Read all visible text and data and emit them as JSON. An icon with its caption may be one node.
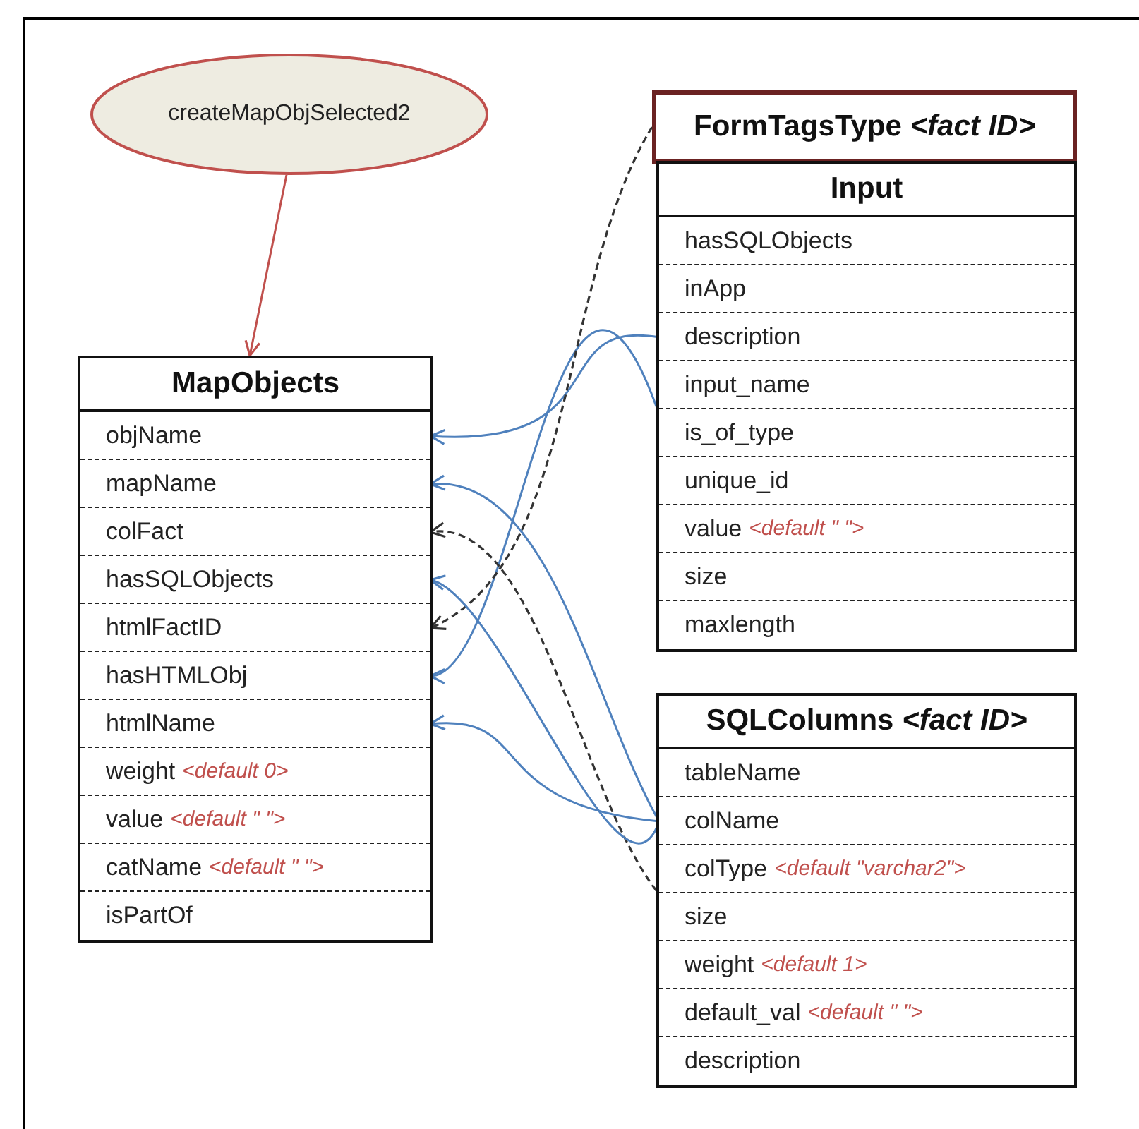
{
  "diagram": {
    "nodes": [
      {
        "text": [
          "createMapObjSelected2"
        ]
      },
      {
        "text": [
          "MapObjects"
        ]
      },
      {
        "text": [
          "objName"
        ],
        "in": 1
      },
      {
        "text": [
          "mapName"
        ],
        "in": 1
      },
      {
        "text": [
          "colFact"
        ],
        "in": 1
      },
      {
        "text": [
          "hasSQLObjects"
        ],
        "in": 1
      },
      {
        "text": [
          "htmlFactID"
        ],
        "in": 1
      },
      {
        "text": [
          "hasHTMLObj"
        ],
        "in": 1
      },
      {
        "text": [
          "htmlName"
        ],
        "in": 1
      },
      {
        "text": [
          "weight",
          "<default 0>"
        ],
        "in": 1
      },
      {
        "text": [
          "value",
          "<default \" \">"
        ],
        "in": 1
      },
      {
        "text": [
          "catName",
          "<default \" \">"
        ],
        "in": 1
      },
      {
        "text": [
          "isPartOf"
        ],
        "in": 1
      },
      {
        "text": [
          "FormTagsType *<fact ID>*"
        ]
      },
      {
        "text": [
          "Input"
        ]
      },
      {
        "text": [
          "hasSQLObjects"
        ],
        "in": 14
      },
      {
        "text": [
          "inApp"
        ],
        "in": 14
      },
      {
        "text": [
          "description"
        ],
        "in": 14
      },
      {
        "text": [
          "input_name"
        ],
        "in": 14
      },
      {
        "text": [
          "is_of_type"
        ],
        "in": 14
      },
      {
        "text": [
          "unique_id"
        ],
        "in": 14
      },
      {
        "text": [
          "value",
          "<default \" \">"
        ],
        "in": 14
      },
      {
        "text": [
          "size"
        ],
        "in": 14
      },
      {
        "text": [
          "maxlength"
        ],
        "in": 14
      },
      {
        "text": [
          "SQLColumns *<fact ID>*"
        ]
      },
      {
        "text": [
          "tableName"
        ],
        "in": 24
      },
      {
        "text": [
          "colName"
        ],
        "in": 24
      },
      {
        "text": [
          "colType",
          "<default \"varchar2\">"
        ],
        "in": 24
      },
      {
        "text": [
          "size"
        ],
        "in": 24
      },
      {
        "text": [
          "weight",
          "<default 1>"
        ],
        "in": 24
      },
      {
        "text": [
          "default_val",
          "<default \" \">"
        ],
        "in": 24
      },
      {
        "text": [
          "description"
        ],
        "in": 24
      }
    ],
    "edges": [
      {
        "from": 0,
        "to": 1,
        "arrow": "to",
        "color": "#c0504d"
      },
      {
        "from": 14,
        "to": 7,
        "arrow": "to"
      },
      {
        "from": 17,
        "to": 2,
        "arrow": "to"
      },
      {
        "from": 13,
        "to": 6,
        "arrow": "to",
        "style": "dashed",
        "color": "#333333"
      },
      {
        "from": 24,
        "to": 4,
        "arrow": "to",
        "style": "dashed",
        "color": "#333333"
      },
      {
        "from": 26,
        "to": 3,
        "arrow": "to"
      },
      {
        "from": 26,
        "to": 5,
        "arrow": "to"
      },
      {
        "from": 26,
        "to": 8,
        "arrow": "to"
      }
    ]
  }
}
